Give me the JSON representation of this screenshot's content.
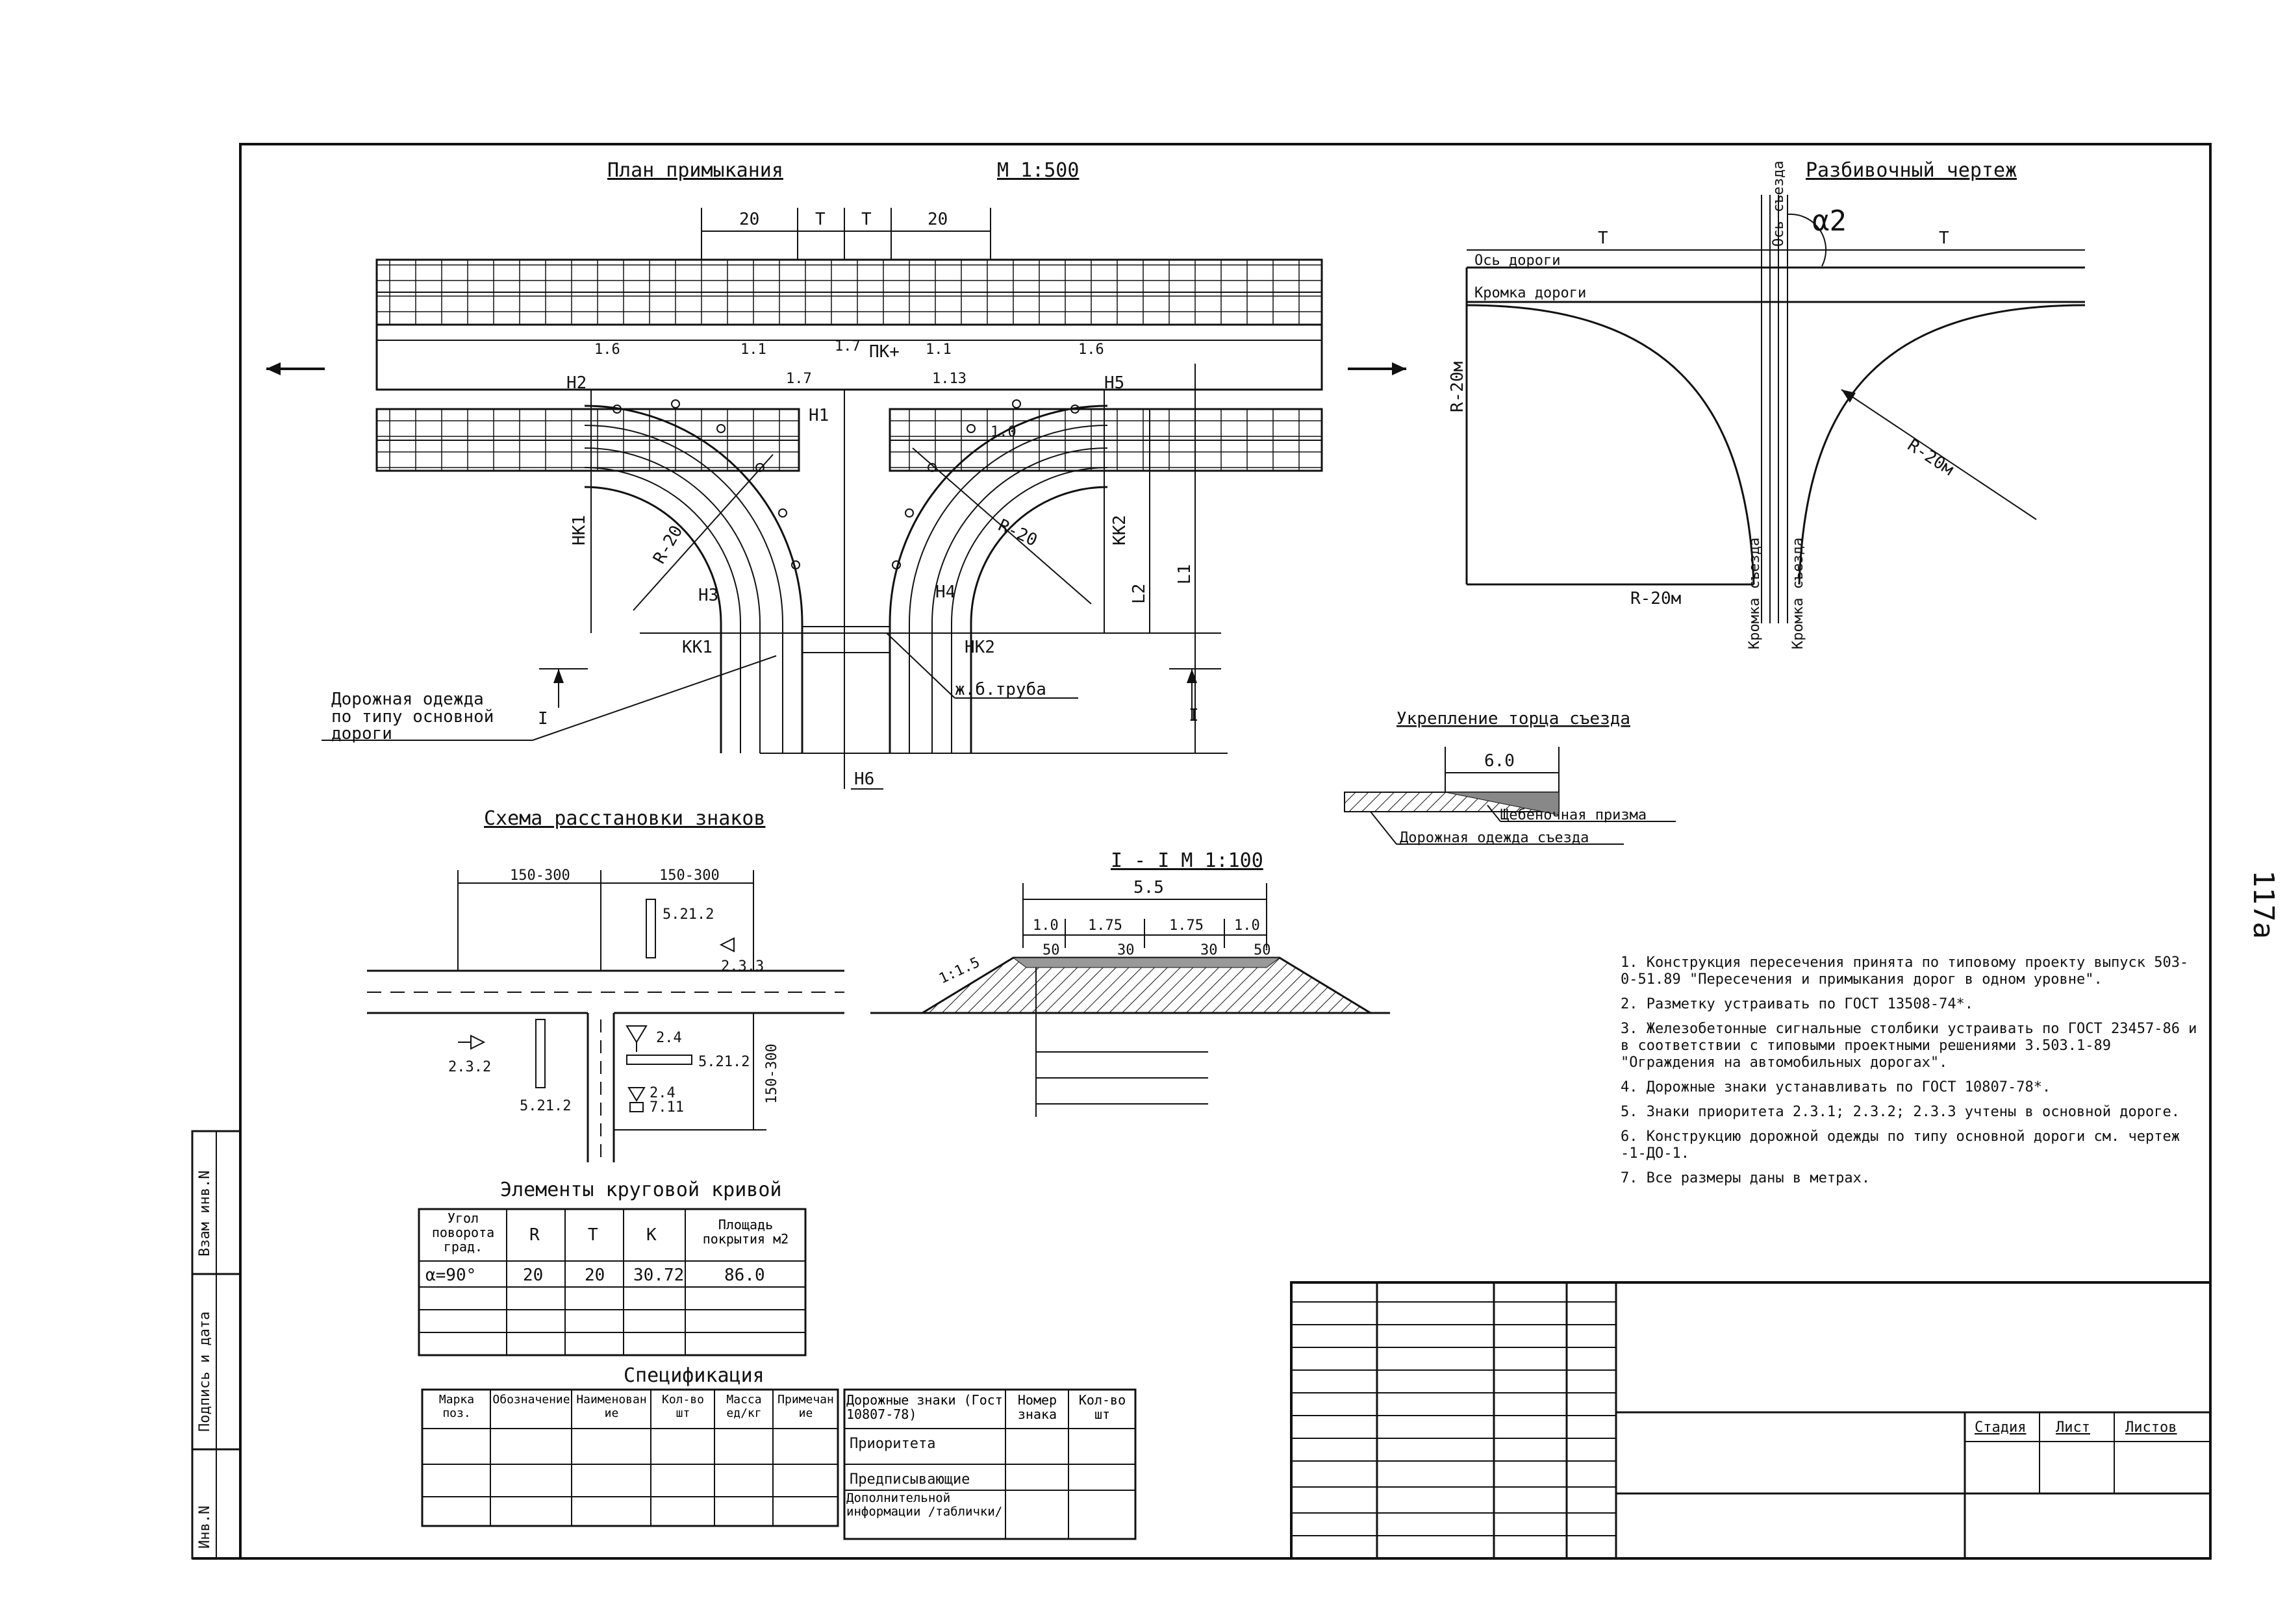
{
  "page_number": "117а",
  "plan": {
    "title": "План примыкания",
    "scale": "М 1:500",
    "dims_top": [
      "20",
      "T",
      "T",
      "20"
    ],
    "slope_labels": [
      "1.6",
      "1.1",
      "1.7",
      "ПК+",
      "1.1",
      "1.6",
      "1.7",
      "1.13",
      "1.0"
    ],
    "labels": [
      "Н2",
      "Н5",
      "Н1",
      "НК1",
      "КК2",
      "L2",
      "L1",
      "R-20",
      "R-20",
      "Н3",
      "Н4",
      "КК1",
      "НК2",
      "ж.б.труба",
      "Н6",
      "I",
      "I"
    ],
    "pavement_callout": [
      "Дорожная одежда",
      "по типу основной",
      "дороги"
    ]
  },
  "layout_plan": {
    "title": "Разбивочный чертеж",
    "labels": [
      "Т",
      "Т",
      "Ось дороги",
      "Кромка дороги",
      "R-20м",
      "R-20м",
      "R-20м",
      "α2",
      "Ось съезда"
    ],
    "edge_labels": [
      "Кромка съезда",
      "Кромка съезда"
    ]
  },
  "reinforcement": {
    "title": "Укрепление торца съезда",
    "dim": "6.0",
    "labels": [
      "Щебеночная призма",
      "Дорожная одежда съезда"
    ]
  },
  "signs_scheme": {
    "title": "Схема расстановки знаков",
    "dims": [
      "150-300",
      "150-300",
      "150-300"
    ],
    "signs": [
      "5.21.2",
      "2.3.3",
      "2.3.2",
      "5.21.2",
      "2.4",
      "5.21.2",
      "2.4",
      "7.11"
    ]
  },
  "section": {
    "title": "I - I М 1:100",
    "dims": [
      "5.5",
      "1.0",
      "1.75",
      "1.75",
      "1.0"
    ],
    "slopes": [
      "1:1.5",
      "50",
      "30",
      "30",
      "50"
    ]
  },
  "curve_table": {
    "title": "Элементы круговой кривой",
    "headers": [
      "Угол поворота град.",
      "R",
      "T",
      "K",
      "Площадь покрытия м2"
    ],
    "rows": [
      [
        "α=90°",
        "20",
        "20",
        "30.72",
        "86.0"
      ]
    ]
  },
  "spec_table": {
    "title": "Спецификация",
    "headers": [
      "Марка поз.",
      "Обозначение",
      "Наименование",
      "Кол-во шт",
      "Масса ед/кг",
      "Примечание"
    ]
  },
  "signs_table": {
    "headers": [
      "Дорожные знаки (Гост 10807-78)",
      "Номер знака",
      "Кол-во шт"
    ],
    "rows": [
      "Приоритета",
      "Предписывающие",
      "Дополнительной информации /таблички/"
    ]
  },
  "notes": [
    "1. Конструкция пересечения принята по типовому проекту выпуск 503-0-51.89 \"Пересечения и примыкания дорог в одном уровне\".",
    "2. Разметку устраивать по ГОСТ 13508-74*.",
    "3. Железобетонные сигнальные столбики устраивать по ГОСТ 23457-86 и в соответствии с типовыми проектными решениями 3.503.1-89 \"Ограждения на автомобильных дорогах\".",
    "4. Дорожные знаки устанавливать по ГОСТ 10807-78*.",
    "5. Знаки приоритета 2.3.1; 2.3.2; 2.3.3 учтены в основной дороге.",
    "6. Конструкцию дорожной одежды по типу основной дороги см. чертеж      -1-ДО-1.",
    "7. Все размеры даны в метрах."
  ],
  "stamp": {
    "headers": [
      "Стадия",
      "Лист",
      "Листов"
    ]
  },
  "side_stamp": [
    "Взам инв.N",
    "Подпись и дата",
    "Инв.N"
  ]
}
